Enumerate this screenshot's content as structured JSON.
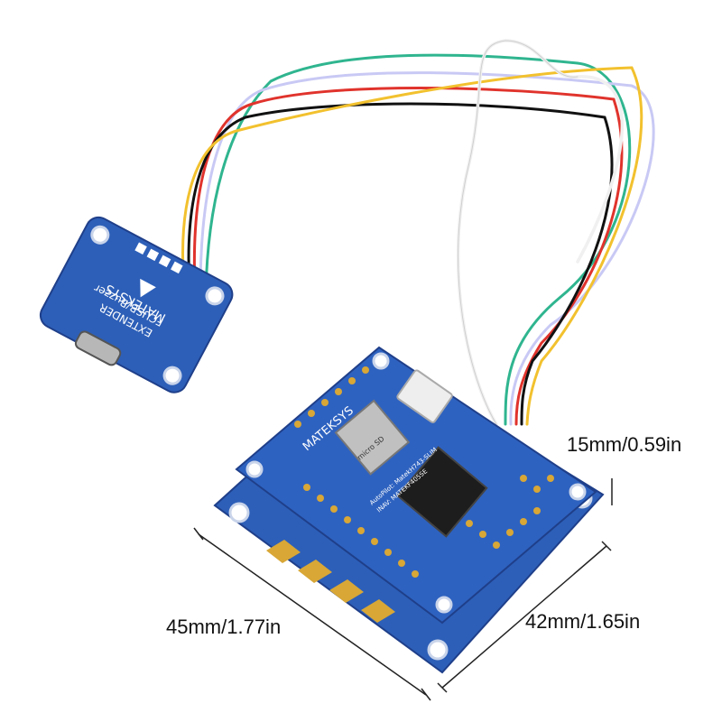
{
  "dimensions": {
    "height": "15mm/0.59in",
    "width": "45mm/1.77in",
    "depth": "42mm/1.65in"
  },
  "extender_board": {
    "brand": "MATEKSYS",
    "line1": "FCUSB/Buzzer",
    "line2": "EXTENDER"
  },
  "flight_controller": {
    "brand": "MATEKSYS",
    "firmware_line1": "AutoPilot: MatekH743-SLIM",
    "firmware_line2": "INAV: MATEKF405SE",
    "sd_label": "micro SD"
  },
  "wire_colors": [
    "#2fb58f",
    "#d9d9ff",
    "#e0332c",
    "#111111",
    "#f2c12e",
    "#ffffff"
  ],
  "colors": {
    "pcb_blue": "#2d5fb8",
    "pcb_dark": "#1f3f8a",
    "pad_gold": "#d8a736"
  }
}
